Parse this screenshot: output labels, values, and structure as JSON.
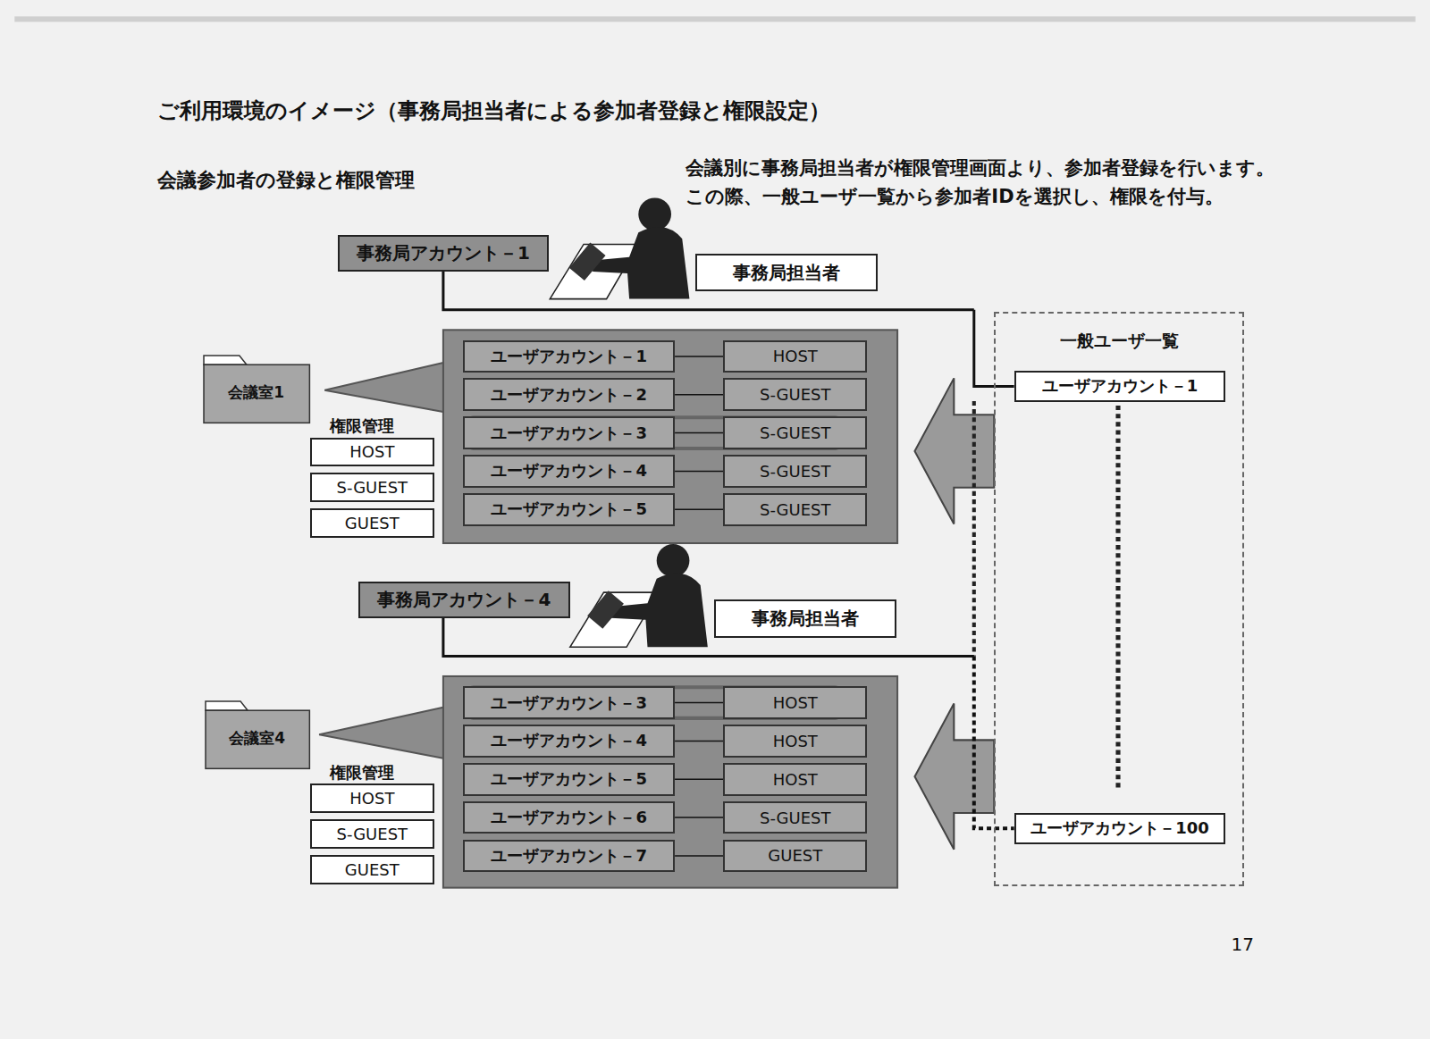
{
  "diagram": {
    "title": "ご利用環境のイメージ（事務局担当者による参加者登録と権限設定）",
    "nodes": [
      {
        "text": [
          "事務局アカウント－1"
        ]
      },
      {
        "text": [
          "事務局担当者"
        ]
      },
      {
        "text": [
          "会議室1"
        ]
      },
      {
        "text": [
          "ユーザアカウント－1"
        ]
      },
      {
        "text": [
          "HOST"
        ]
      },
      {
        "text": [
          "ユーザアカウント－2"
        ]
      },
      {
        "text": [
          "S-GUEST"
        ]
      },
      {
        "text": [
          "ユーザアカウント－3"
        ]
      },
      {
        "text": [
          "S-GUEST"
        ]
      },
      {
        "text": [
          "ユーザアカウント－4"
        ]
      },
      {
        "text": [
          "S-GUEST"
        ]
      },
      {
        "text": [
          "ユーザアカウント－5"
        ]
      },
      {
        "text": [
          "S-GUEST"
        ]
      },
      {
        "text": [
          "HOST"
        ]
      },
      {
        "text": [
          "S-GUEST"
        ]
      },
      {
        "text": [
          "GUEST"
        ]
      },
      {
        "text": [
          "事務局アカウント－4"
        ]
      },
      {
        "text": [
          "事務局担当者"
        ]
      },
      {
        "text": [
          "会議室4"
        ]
      },
      {
        "text": [
          "ユーザアカウント－3"
        ]
      },
      {
        "text": [
          "HOST"
        ]
      },
      {
        "text": [
          "ユーザアカウント－4"
        ]
      },
      {
        "text": [
          "HOST"
        ]
      },
      {
        "text": [
          "ユーザアカウント－5"
        ]
      },
      {
        "text": [
          "HOST"
        ]
      },
      {
        "text": [
          "ユーザアカウント－6"
        ]
      },
      {
        "text": [
          "S-GUEST"
        ]
      },
      {
        "text": [
          "ユーザアカウント－7"
        ]
      },
      {
        "text": [
          "GUEST"
        ]
      },
      {
        "text": [
          "HOST"
        ]
      },
      {
        "text": [
          "S-GUEST"
        ]
      },
      {
        "text": [
          "GUEST"
        ]
      },
      {
        "text": [
          "一般ユーザ一覧"
        ]
      },
      {
        "text": [
          "ユーザアカウント－1"
        ],
        "in": 32
      },
      {
        "text": [
          "ユーザアカウント－100"
        ],
        "in": 32
      }
    ],
    "edges": [
      {
        "from": 3,
        "to": 4,
        "arrow": "none"
      },
      {
        "from": 5,
        "to": 6,
        "arrow": "none"
      },
      {
        "from": 7,
        "to": 8,
        "arrow": "none"
      },
      {
        "from": 9,
        "to": 10,
        "arrow": "none"
      },
      {
        "from": 11,
        "to": 12,
        "arrow": "none"
      },
      {
        "from": 19,
        "to": 20,
        "arrow": "none"
      },
      {
        "from": 21,
        "to": 22,
        "arrow": "none"
      },
      {
        "from": 23,
        "to": 24,
        "arrow": "none"
      },
      {
        "from": 25,
        "to": 26,
        "arrow": "none"
      },
      {
        "from": 27,
        "to": 28,
        "arrow": "none"
      },
      {
        "from": 0,
        "to": 33,
        "arrow": "none"
      },
      {
        "from": 16,
        "to": 34,
        "arrow": "none"
      }
    ],
    "labels": [
      "会議参加者の登録と権限管理",
      "会議別に事務局担当者が権限管理画面より、参加者登録を行います。この際、一般ユーザ一覧から参加者IDを選択し、権限を付与。",
      "権限管理",
      "権限管理",
      "17"
    ]
  }
}
